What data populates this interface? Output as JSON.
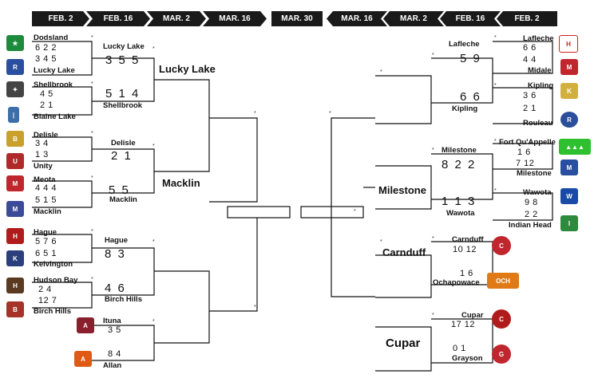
{
  "headers": [
    "FEB. 2",
    "FEB. 16",
    "MAR. 2",
    "MAR. 16",
    "MAR. 30",
    "MAR. 16",
    "MAR. 2",
    "FEB. 16",
    "FEB. 2"
  ],
  "left": {
    "r1": [
      {
        "top": "Dodsland",
        "topScores": "6   2   2",
        "bottom": "Lucky Lake",
        "bottomScores": "3   4   5"
      },
      {
        "top": "Shellbrook",
        "topScores": "4  5",
        "bottom": "Blaine Lake",
        "bottomScores": "2  1"
      },
      {
        "top": "Delisle",
        "topScores": "3     4",
        "bottom": "Unity",
        "bottomScores": "1     3"
      },
      {
        "top": "Meota",
        "topScores": "4   4   4",
        "bottom": "Macklin",
        "bottomScores": "5   1   5"
      },
      {
        "top": "Hague",
        "topScores": "5   7   6",
        "bottom": "Kelvington",
        "bottomScores": "6   5   1"
      },
      {
        "top": "Hudson Bay",
        "topScores": "2     4",
        "bottom": "Birch Hills",
        "bottomScores": "12    7"
      }
    ],
    "r2": [
      {
        "top": "Lucky Lake",
        "scores": "3 5 5",
        "bottom": "Shellbrook",
        "bottomScores": "5 1 4"
      },
      {
        "top": "Delisle",
        "scores": "2  1",
        "bottom": "Macklin",
        "bottomScores": "5  5"
      },
      {
        "top": "Hague",
        "scores": "8 3",
        "bottom": "Birch Hills",
        "bottomScores": "4 6"
      },
      {
        "top": "Ituna",
        "scores": "3  5",
        "bottom": "Allan",
        "bottomScores": "8  4"
      }
    ],
    "r3": [
      "Lucky Lake",
      "Macklin"
    ]
  },
  "right": {
    "r1": [
      {
        "top": "Lafleche",
        "topScores": "6   6",
        "bottom": "Midale",
        "bottomScores": "4   4"
      },
      {
        "top": "Kipling",
        "topScores": "3   6",
        "bottom": "Rouleau",
        "bottomScores": "2   1"
      },
      {
        "top": "Fort Qu'Appelle",
        "topScores": "1   6",
        "bottom": "Milestone",
        "bottomScores": "7   12"
      },
      {
        "top": "Wawota",
        "topScores": "9   8",
        "bottom": "Indian Head",
        "bottomScores": "2   2"
      }
    ],
    "r2": [
      {
        "top": "Lafleche",
        "scores": "5 9",
        "bottom": "Kipling",
        "bottomScores": "6 6"
      },
      {
        "top": "Milestone",
        "scores": "8 2 2",
        "bottom": "Wawota",
        "bottomScores": "1 1 3"
      },
      {
        "top": "Carnduff",
        "scores": "10  12",
        "bottom": "Ochapowace",
        "bottomScores": "1   6"
      },
      {
        "top": "Cupar",
        "scores": "17  12",
        "bottom": "Grayson",
        "bottomScores": "0   1"
      }
    ],
    "r3": [
      "Milestone",
      "Carnduff",
      "Cupar"
    ]
  },
  "logos": {
    "dodsland": "star-icon",
    "lucky_lake": "ranger-shield-icon",
    "shellbrook": "bird-icon",
    "blaine_lake": "blade-icon",
    "delisle": "bruin-icon",
    "unity": "wing-icon",
    "meota": "jet-icon",
    "macklin": "m-icon",
    "hague": "hawk-icon",
    "kelvington": "crown-icon",
    "hudson_bay": "moose-icon",
    "birch_hills": "chief-icon",
    "ituna": "a-icon",
    "allan": "flame-icon",
    "lafleche": "hawks-icon",
    "midale": "m-icon",
    "kipling": "k-icon",
    "rouleau": "r-icon",
    "fort_quappelle": "silhouette-icon",
    "milestone": "shield-icon",
    "wawota": "w-icon",
    "indian_head": "chief-icon",
    "carnduff": "ball-icon",
    "ochapowace": "flame-text-icon",
    "cupar": "canucks-icon",
    "grayson": "cat-icon"
  },
  "colors": {
    "header_bg": "#1a1a1a",
    "line": "#111111"
  }
}
